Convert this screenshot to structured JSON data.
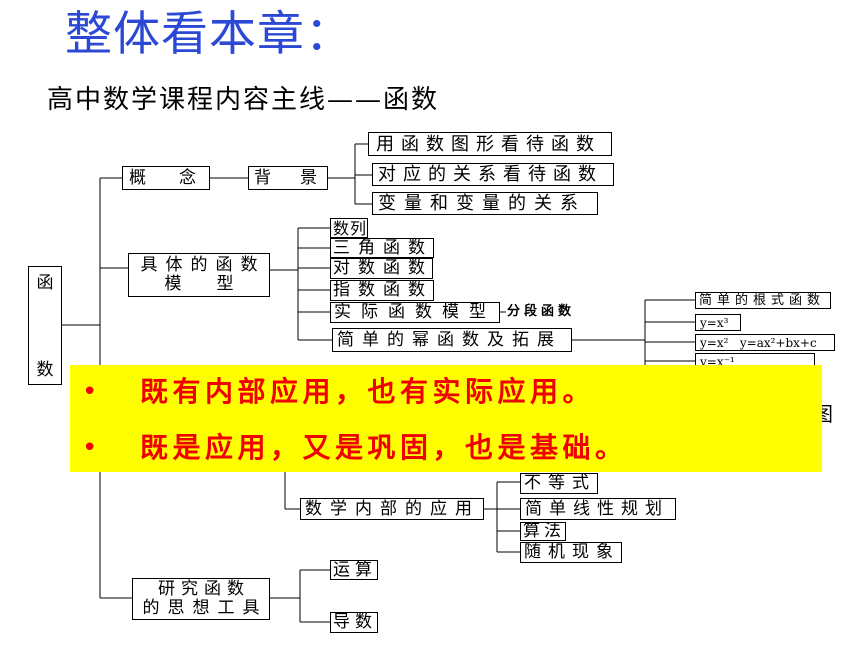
{
  "title": "整体看本章：",
  "subtitle": "高中数学课程内容主线——函数",
  "diagram": {
    "root": [
      "函",
      "数"
    ],
    "concept": {
      "label": "概　念",
      "background": {
        "label": "背　景",
        "views": [
          "用函数图形看待函数",
          "对应的关系看待函数",
          "变量和变量的关系"
        ]
      }
    },
    "models": {
      "label": [
        "具体的函数",
        "模　型"
      ],
      "items": [
        "数列",
        "三角函数",
        "对数函数",
        "指数函数",
        "实际函数模型",
        "简单的幂函数及拓展"
      ],
      "piecewise": "分段函数",
      "power_extensions": [
        "简单的根式函数",
        "y=x³",
        "y=x²   y=ax²+bx+c",
        "y=x⁻¹"
      ],
      "hidden_fragment": "图"
    },
    "applications": {
      "internal": {
        "label": "数学内部的应用",
        "items": [
          "不等式",
          "简单线性规划",
          "算法",
          "随机现象"
        ]
      }
    },
    "tools": {
      "label": [
        "研究函数",
        "的思想工具"
      ],
      "items": [
        "运算",
        "导数"
      ]
    }
  },
  "banner": {
    "bullet": "•",
    "points": [
      "既有内部应用，也有实际应用。",
      "既是应用，又是巩固，也是基础。"
    ]
  },
  "colors": {
    "title": "#2c49d6",
    "banner_background": "#ffff00",
    "banner_text": "#f00000",
    "line": "#000000"
  }
}
